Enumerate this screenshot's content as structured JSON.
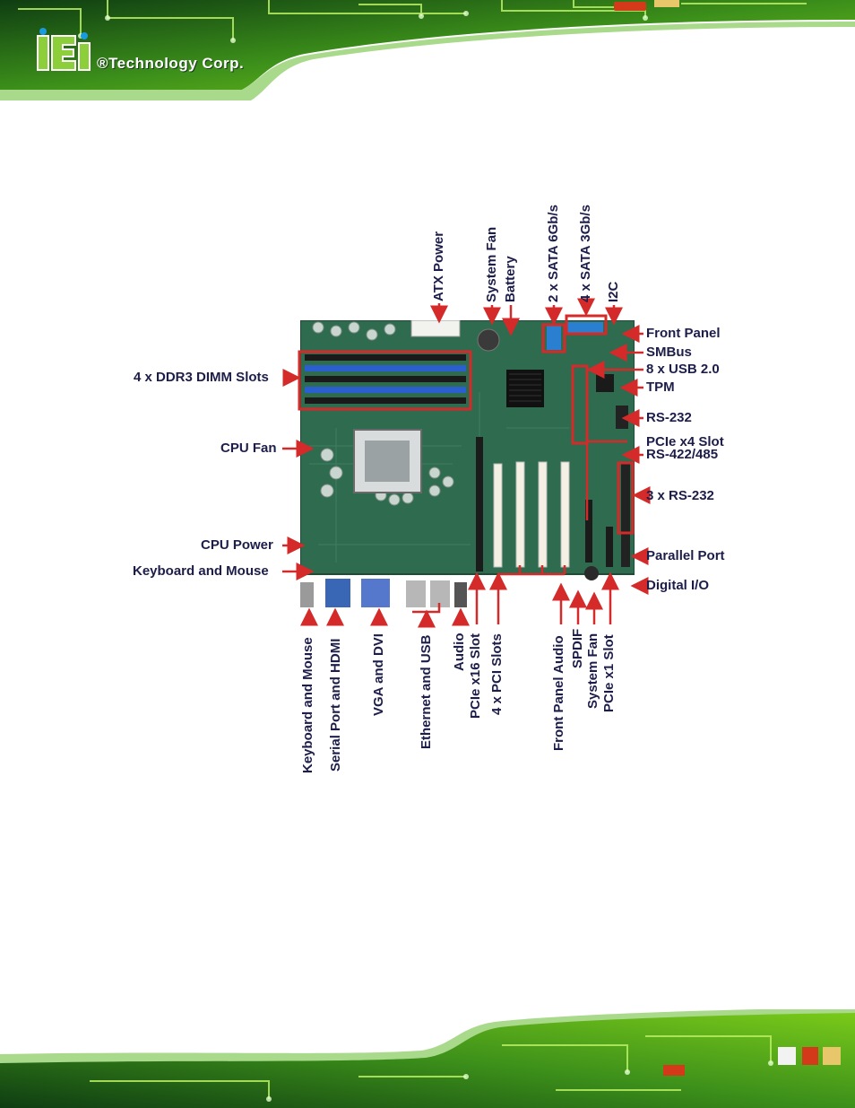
{
  "header": {
    "brand": "®Technology Corp."
  },
  "colors": {
    "pcb_green": "#2f6b4f",
    "header_green": "#7ccc1a",
    "callout_red": "#d42a2a",
    "label_navy": "#1d1d4a"
  },
  "diagram": {
    "labels_left": [
      "4 x DDR3 DIMM Slots",
      "CPU Fan",
      "CPU Power",
      "Keyboard and Mouse"
    ],
    "labels_right": [
      "Front Panel",
      "SMBus",
      "8 x USB 2.0",
      "TPM",
      "RS-232",
      "PCIe x4 Slot",
      "RS-422/485",
      "3 x RS-232",
      "Parallel Port",
      "Digital I/O"
    ],
    "labels_top": [
      "ATX Power",
      "System Fan",
      "Battery",
      "2 x SATA 6Gb/s",
      "4 x SATA 3Gb/s",
      "I2C"
    ],
    "labels_bottom": [
      "Keyboard and Mouse",
      "Serial Port and HDMI",
      "VGA and DVI",
      "Ethernet and USB",
      "Audio",
      "PCIe x16 Slot",
      "4 x PCI Slots",
      "Front Panel Audio",
      "SPDIF",
      "System Fan",
      "PCIe x1 Slot"
    ]
  }
}
